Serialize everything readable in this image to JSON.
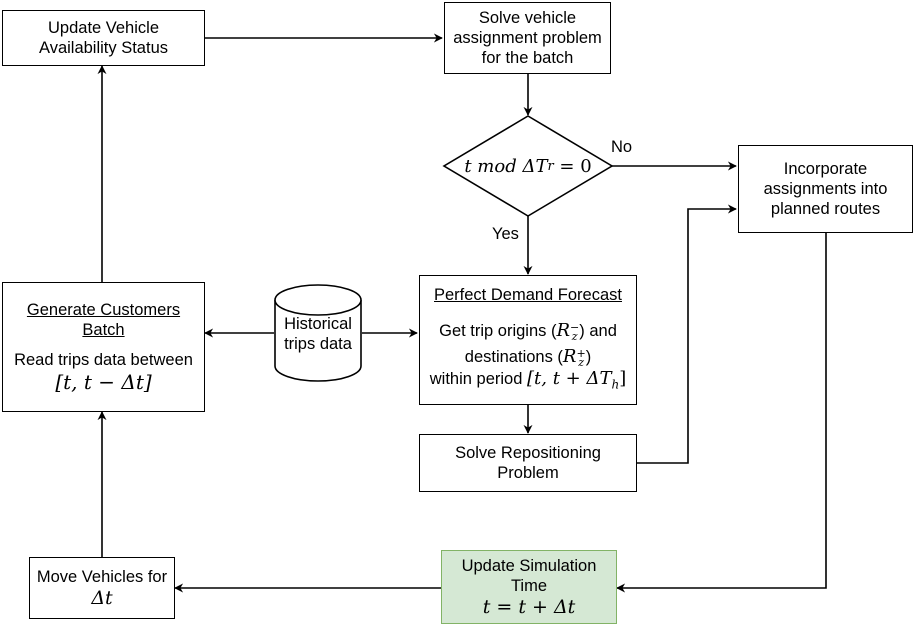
{
  "nodes": {
    "update_availability": {
      "line1": "Update Vehicle",
      "line2": "Availability Status"
    },
    "solve_assignment": {
      "line1": "Solve vehicle",
      "line2": "assignment problem",
      "line3": "for the batch"
    },
    "decision": {
      "expr": "t mod ΔT",
      "sub": "r",
      "rhs": " = 0"
    },
    "incorporate": {
      "line1": "Incorporate",
      "line2": "assignments into",
      "line3": "planned routes"
    },
    "generate_batch": {
      "title1": "Generate Customers",
      "title2": "Batch",
      "line1": "Read trips data between",
      "math": "[t, t − Δt]"
    },
    "historical": {
      "line1": "Historical",
      "line2": "trips data"
    },
    "forecast": {
      "title": "Perfect Demand Forecast",
      "l1_pre": "Get trip origins (",
      "l1_math": "R",
      "l1_sub": "z",
      "l1_sup": "−",
      "l1_post": ") and",
      "l2_pre": "destinations (",
      "l2_math": "R",
      "l2_sub": "z",
      "l2_sup": "+",
      "l2_post": ")",
      "l3_pre": "within period ",
      "l3_math": "[t, t + ΔT",
      "l3_sub": "h",
      "l3_post": "]"
    },
    "repositioning": {
      "line1": "Solve Repositioning",
      "line2": "Problem"
    },
    "update_time": {
      "line1": "Update Simulation",
      "line2": "Time",
      "math": "t = t + Δt"
    },
    "move_vehicles": {
      "line1": "Move Vehicles for",
      "math": "Δt"
    }
  },
  "edge_labels": {
    "no": "No",
    "yes": "Yes"
  },
  "colors": {
    "stroke": "#000000",
    "green_fill": "#d5e8d4",
    "green_stroke": "#82b366"
  }
}
